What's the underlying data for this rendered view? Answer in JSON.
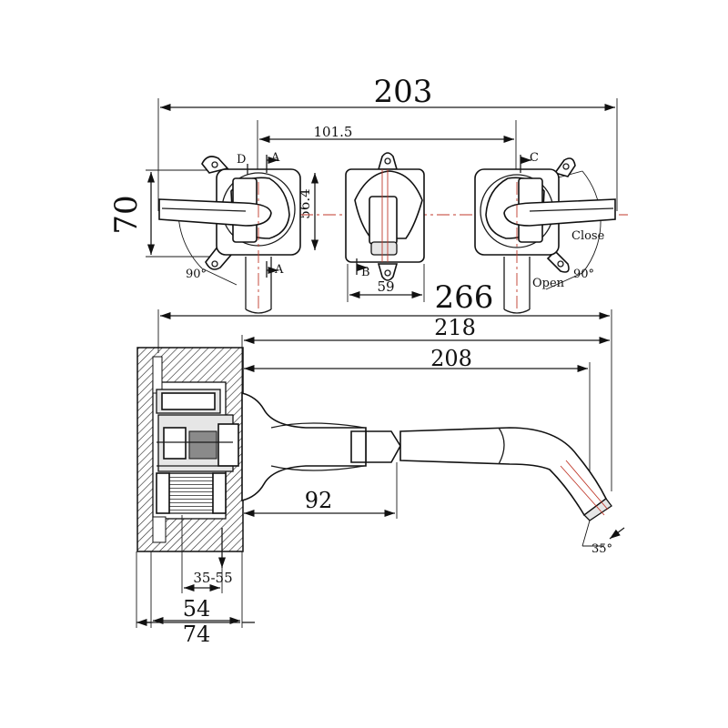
{
  "dimensions": {
    "total_width": "203",
    "handle_spacing": "101.5",
    "height": "70",
    "inner_height": "56.4",
    "spout_plate": "59",
    "projection_total": "266",
    "spout_218": "218",
    "spout_208": "208",
    "spout_92": "92",
    "wall_depth": "35-55",
    "depth_54": "54",
    "depth_74": "74",
    "angle_35": "35°",
    "rot_left": "90°",
    "rot_right": "90°"
  },
  "labels": {
    "close": "Close",
    "open": "Open",
    "sec_a_top": "A",
    "sec_a_bottom": "A",
    "sec_b": "B",
    "sec_c": "C",
    "sec_d": "D"
  }
}
